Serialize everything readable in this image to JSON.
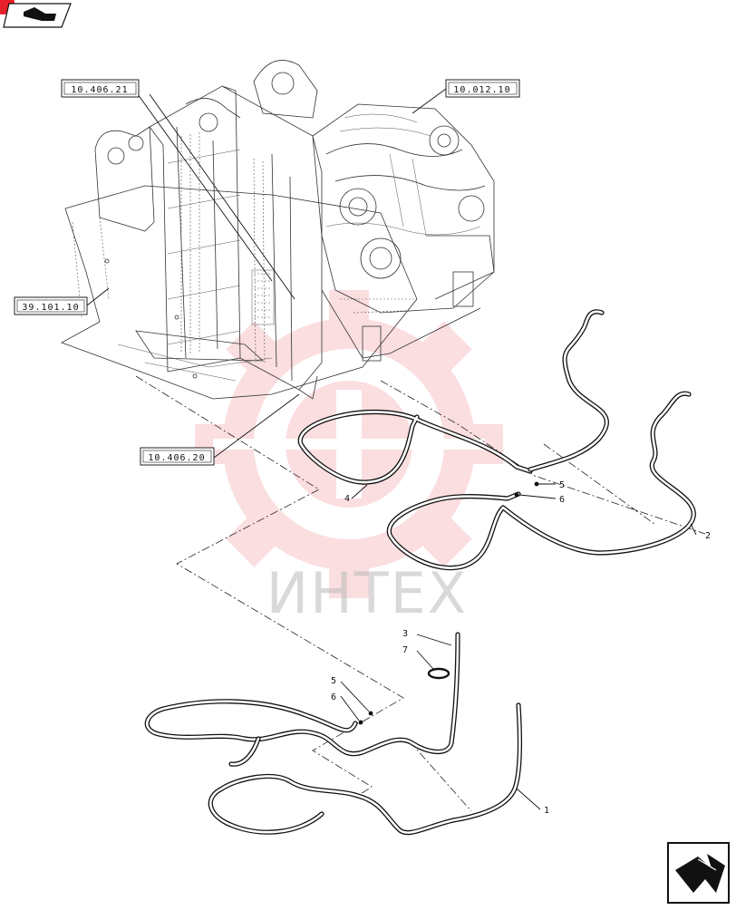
{
  "references": {
    "ref_10_406_21": "10.406.21",
    "ref_10_012_10": "10.012.10",
    "ref_39_101_10": "39.101.10",
    "ref_10_406_20": "10.406.20"
  },
  "callouts": {
    "c1": "1",
    "c2": "2",
    "c3": "3",
    "c4": "4",
    "c5a": "5",
    "c6a": "6",
    "c5b": "5",
    "c6b": "6",
    "c7": "7"
  },
  "watermark": {
    "text": "ИНТЕХ",
    "color": "#e8202a"
  },
  "icons": {
    "top_left": "assembly-view-icon",
    "bottom_right": "next-page-arrow-icon"
  },
  "colors": {
    "line": "#111111",
    "badge": "#e8202a"
  }
}
